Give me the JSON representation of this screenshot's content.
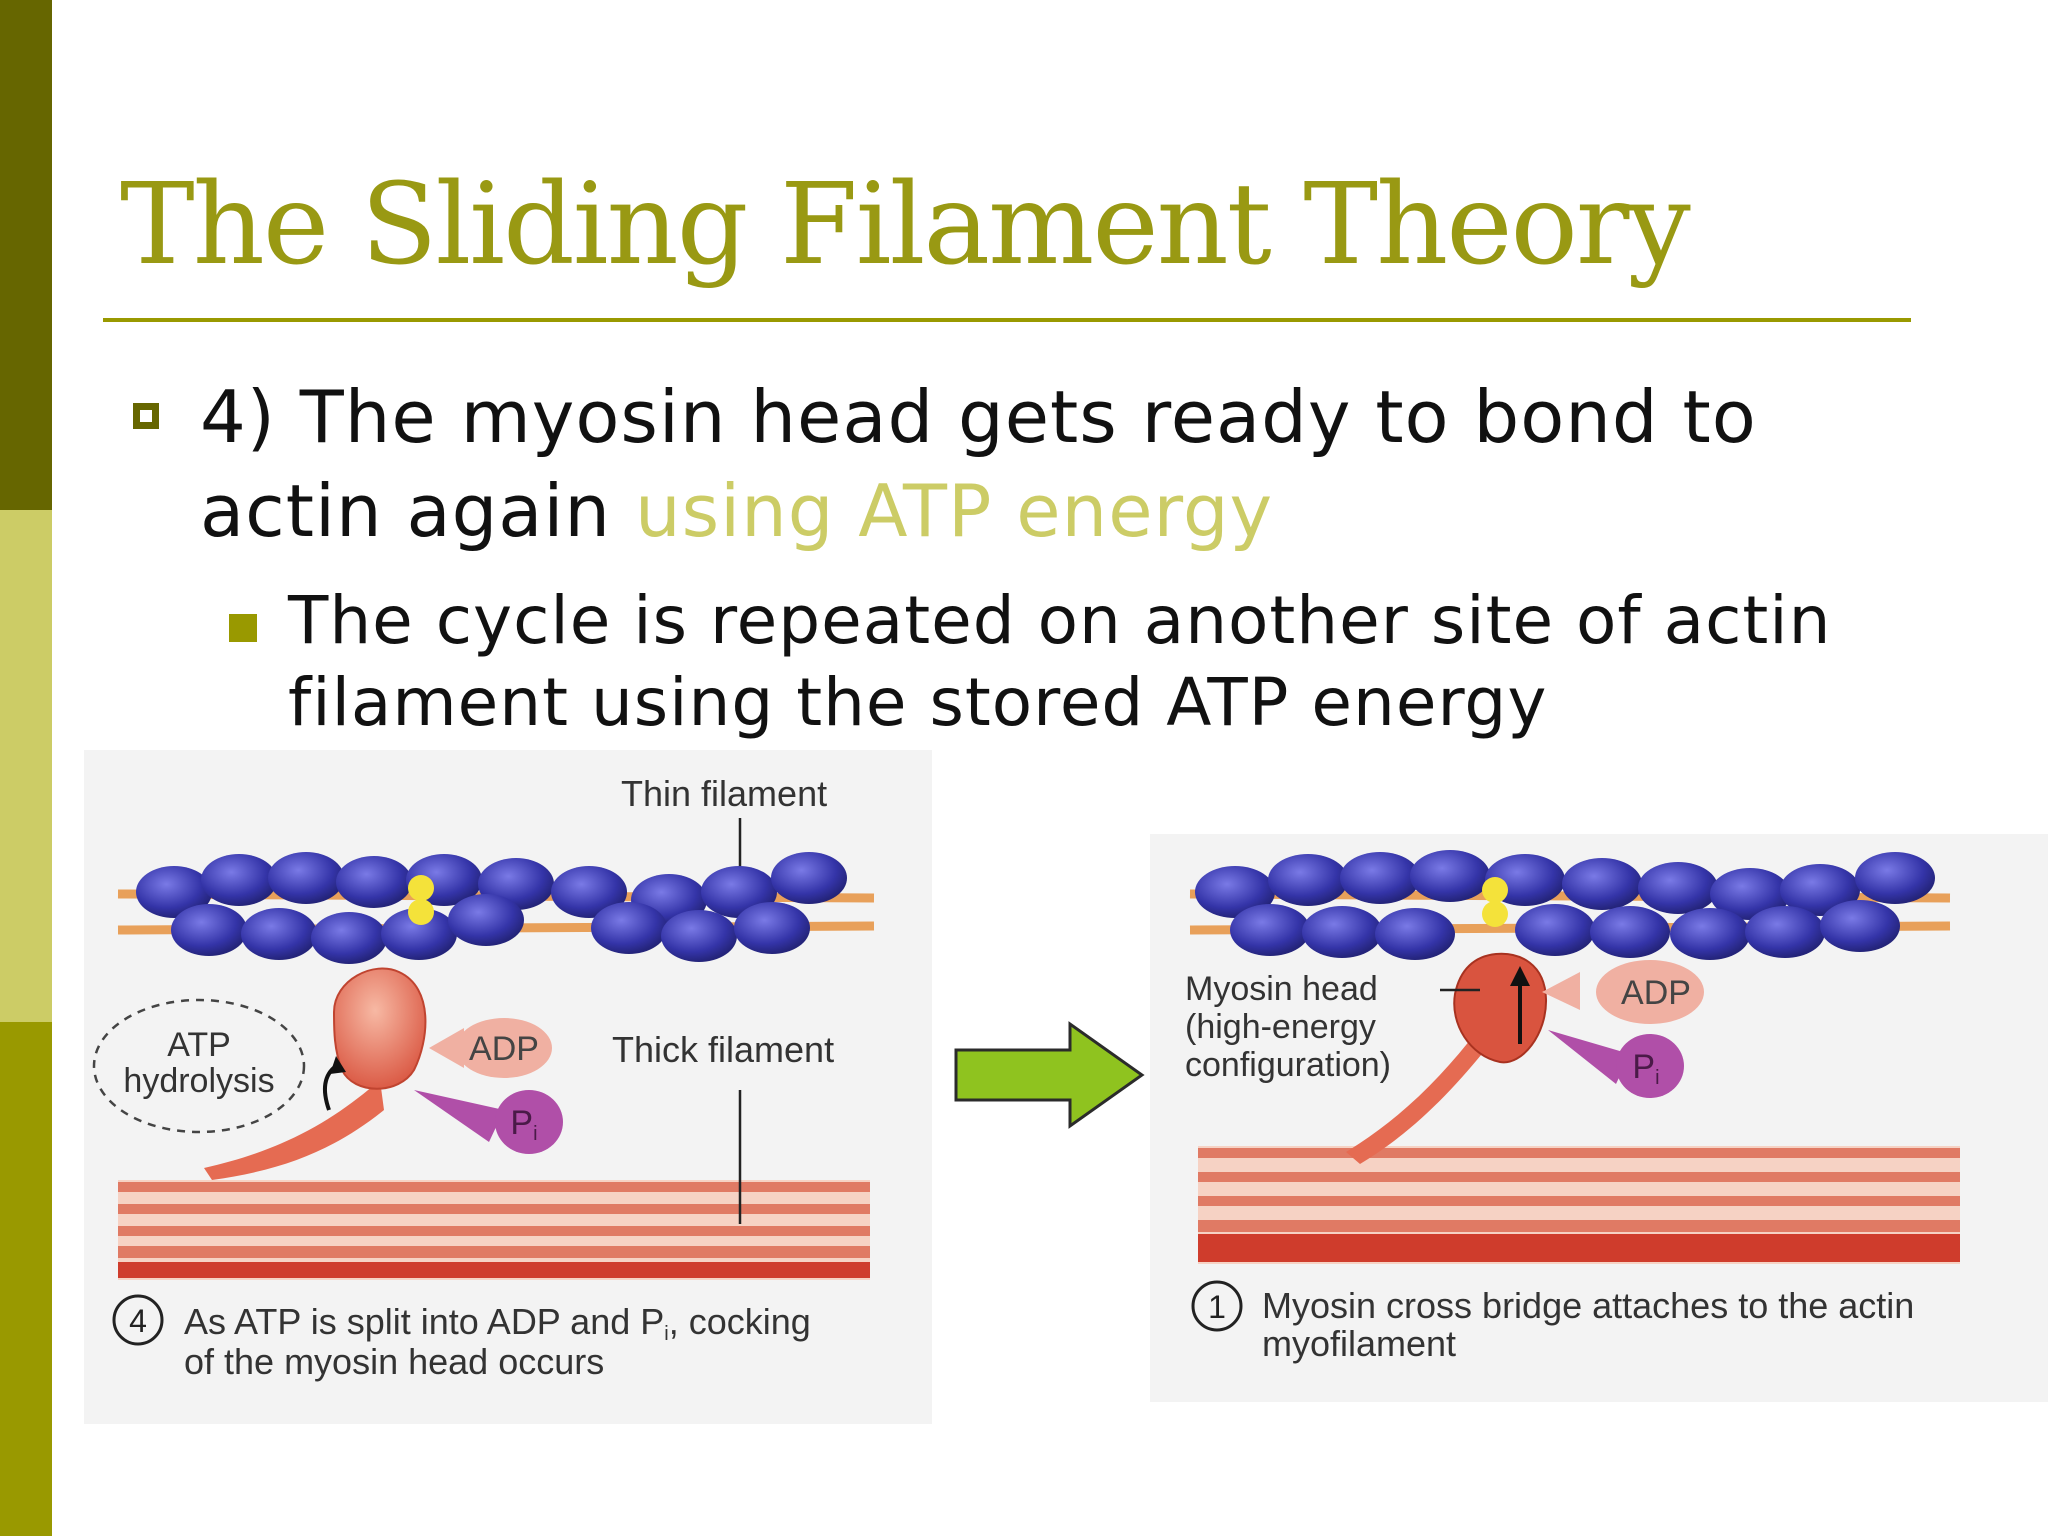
{
  "slide": {
    "title": "The Sliding Filament Theory",
    "bullet_main_part1": "4) The myosin head gets ready to bond to actin again ",
    "bullet_main_highlight": "using ATP energy",
    "bullet_sub": "The cycle is repeated on another site of actin filament using the stored ATP energy"
  },
  "figure_left": {
    "thin_filament_label": "Thin filament",
    "thick_filament_label": "Thick filament",
    "atp_label_line1": "ATP",
    "atp_label_line2": "hydrolysis",
    "adp_label": "ADP",
    "pi_label": "P",
    "pi_sub": "i",
    "step_number": "4",
    "caption_line1_a": "As ATP is split into ADP and P",
    "caption_line1_sub": "i",
    "caption_line1_b": ", cocking",
    "caption_line2": "of the myosin head occurs"
  },
  "figure_right": {
    "myosin_label_line1": "Myosin head",
    "myosin_label_line2": "(high-energy",
    "myosin_label_line3": "configuration)",
    "adp_label": "ADP",
    "pi_label": "P",
    "pi_sub": "i",
    "step_number": "1",
    "caption_line1": "Myosin cross bridge attaches to the actin",
    "caption_line2": "myofilament"
  },
  "colors": {
    "title": "#999913",
    "accent_dark": "#666600",
    "accent_light": "#cccc66",
    "accent_mid": "#999900",
    "arrow_green": "#8fc31f",
    "actin_blue": "#3a3ab0",
    "myosin_red": "#d9543f"
  }
}
